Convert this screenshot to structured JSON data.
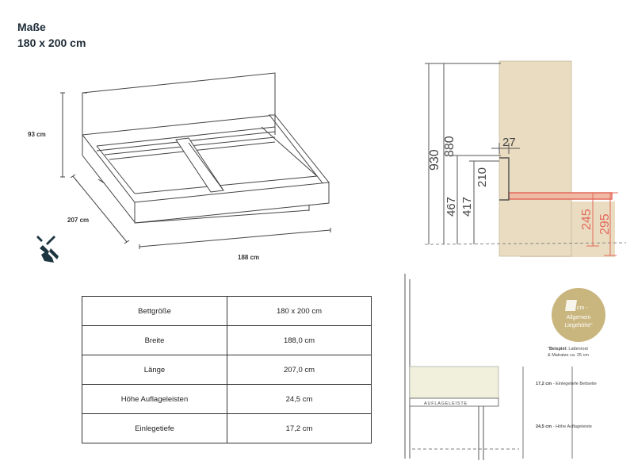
{
  "header": {
    "title": "Maße",
    "subtitle": "180 x 200 cm"
  },
  "bed_drawing": {
    "height_label": "93 cm",
    "depth_label": "207 cm",
    "width_label": "188 cm",
    "tool_icon": "assembly-tools-icon"
  },
  "section_drawing": {
    "dims": [
      "930",
      "880",
      "27",
      "210",
      "467",
      "417",
      "245",
      "295"
    ],
    "colors": {
      "wall": "#e9dcc0",
      "highlight": "#e36a5c",
      "line": "#555555"
    }
  },
  "specs": {
    "rows": [
      {
        "label": "Bettgröße",
        "value": "180 x 200 cm"
      },
      {
        "label": "Breite",
        "value": "188,0 cm"
      },
      {
        "label": "Länge",
        "value": "207,0 cm"
      },
      {
        "label": "Höhe Auflageleisten",
        "value": "24,5 cm"
      },
      {
        "label": "Einlegetiefe",
        "value": "17,2 cm"
      }
    ]
  },
  "detail_drawing": {
    "badge_line1": "cm -",
    "badge_line2": "Allgemein",
    "badge_line3": "Liegehöhe\"",
    "note_bold": "Beispiel:",
    "note_text": "Lattenrost",
    "note_line2": "& Matratze ca. 25 cm",
    "label_depth": "17,2 cm",
    "label_depth_text": " - Einlegetiefe Bettseite",
    "label_height": "24,5 cm",
    "label_height_text": " - Höhe Auflageleiste",
    "rail_label": "AUFLAGELEISTE",
    "colors": {
      "mattress": "#f1f0dc",
      "badge": "#c9b57e"
    }
  }
}
